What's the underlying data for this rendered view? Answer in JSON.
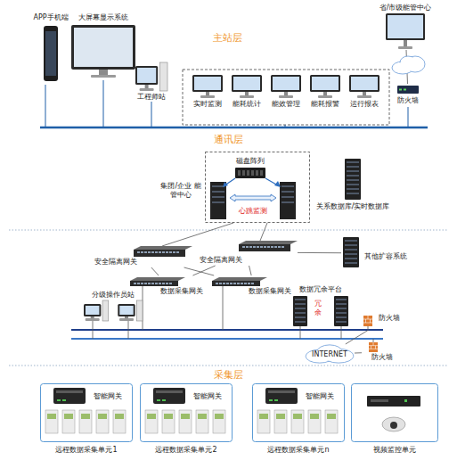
{
  "diagram": {
    "nodes": [
      {
        "text": [
          "APP手机端"
        ]
      },
      {
        "text": [
          "大屏幕显示系统"
        ]
      },
      {
        "text": [
          "工程师站"
        ]
      },
      {
        "text": [
          "实时监测"
        ]
      },
      {
        "text": [
          "能耗统计"
        ]
      },
      {
        "text": [
          "能效管理"
        ]
      },
      {
        "text": [
          "能耗报警"
        ]
      },
      {
        "text": [
          "运行报表"
        ]
      },
      {
        "text": [
          "省/市级能管中心"
        ]
      },
      {
        "text": [
          "防火墙"
        ]
      },
      {
        "text": [
          "集团/企业 能管中心"
        ]
      },
      {
        "text": [
          "磁盘阵列"
        ],
        "in": 10
      },
      {
        "text": [
          "关系数据库/实时数据库"
        ]
      },
      {
        "text": [
          "安全隔离网关"
        ]
      },
      {
        "text": [
          "安全隔离网关"
        ]
      },
      {
        "text": [
          "其他扩容系统"
        ]
      },
      {
        "text": [
          "数据采集网关"
        ]
      },
      {
        "text": [
          "数据采集网关"
        ]
      },
      {
        "text": [
          "分级操作员站"
        ]
      },
      {
        "text": [
          "数据冗余平台"
        ]
      },
      {
        "text": [
          "防火墙"
        ]
      },
      {
        "text": [
          "防火墙"
        ]
      },
      {
        "text": [
          "INTERNET"
        ]
      },
      {
        "text": [
          "远程数据采集单元1"
        ]
      },
      {
        "text": [
          "智能网关"
        ],
        "in": 23
      },
      {
        "text": [
          "远程数据采集单元2"
        ]
      },
      {
        "text": [
          "智能网关"
        ],
        "in": 25
      },
      {
        "text": [
          "远程数据采集单元n"
        ]
      },
      {
        "text": [
          "智能网关"
        ],
        "in": 27
      },
      {
        "text": [
          "视频监控单元"
        ]
      }
    ],
    "edges": [
      {
        "from": 9,
        "to": 8,
        "arrow": "none"
      },
      {
        "from": 13,
        "to": 16,
        "arrow": "none"
      },
      {
        "from": 13,
        "to": 17,
        "arrow": "none"
      },
      {
        "from": 14,
        "to": 16,
        "arrow": "none"
      },
      {
        "from": 14,
        "to": 17,
        "arrow": "none"
      },
      {
        "from": 14,
        "to": 15,
        "arrow": "none"
      },
      {
        "from": 20,
        "to": 22,
        "arrow": "none"
      },
      {
        "from": 21,
        "to": 22,
        "arrow": "none"
      }
    ],
    "labels": [
      "主站层",
      "通讯层",
      "心跳监测",
      "冗余",
      "采集层"
    ]
  }
}
